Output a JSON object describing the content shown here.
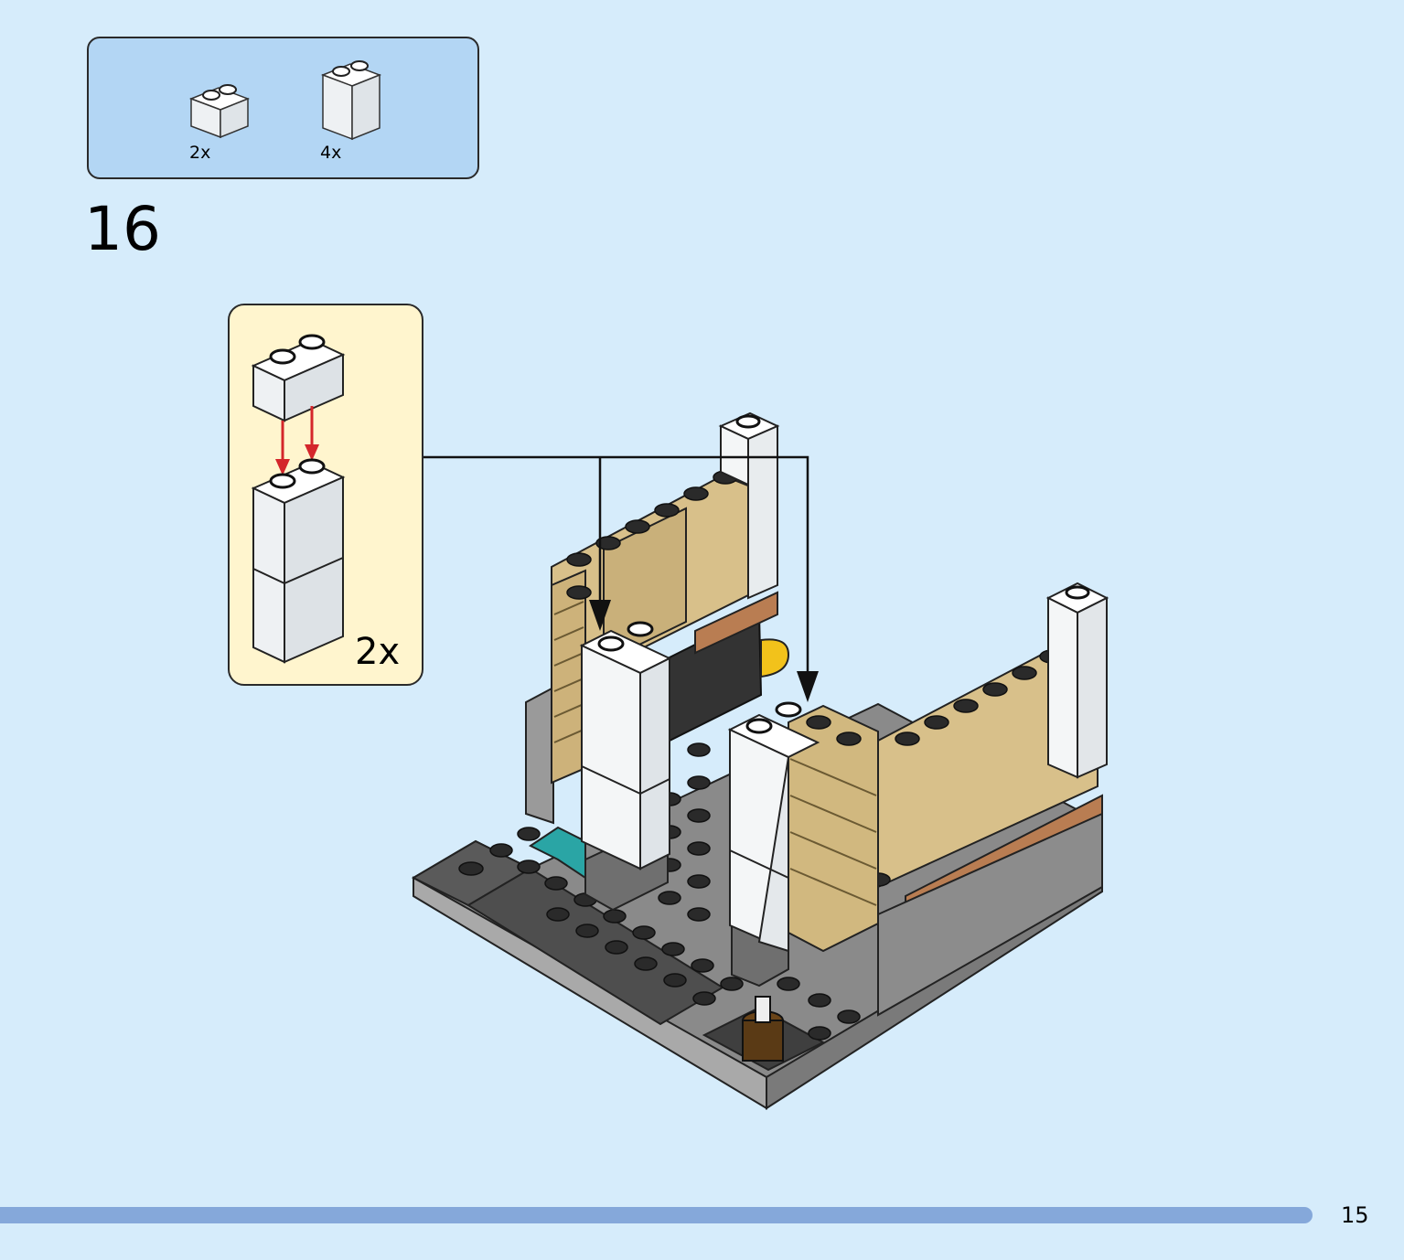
{
  "parts_list": [
    {
      "name": "brick-1x2",
      "quantity": "2x"
    },
    {
      "name": "brick-1x2x2",
      "quantity": "4x"
    }
  ],
  "step": {
    "number": "16"
  },
  "callout": {
    "quantity": "2x"
  },
  "page": {
    "number": "15"
  },
  "colors": {
    "background": "#d6ecfb",
    "parts_box": "#b3d6f4",
    "callout": "#fff5ce",
    "progress": "#85a8da",
    "white_brick": "#f4f6f7",
    "tan_brick": "#d8c08a",
    "dark_gray": "#6b6b6b",
    "light_gray": "#a6a6a6",
    "arrow_red": "#d4262b"
  }
}
